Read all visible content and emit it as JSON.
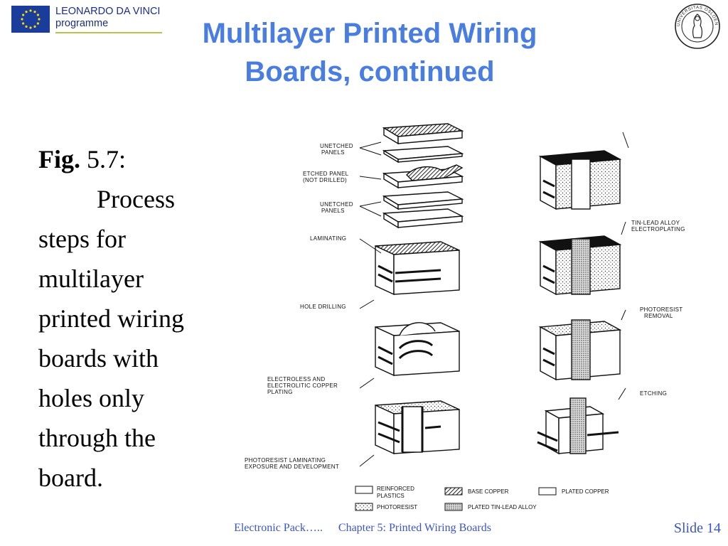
{
  "header": {
    "logo_line1": "LEONARDO DA VINCI",
    "logo_line2": "programme",
    "title_line1": "Multilayer Printed Wiring",
    "title_line2": "Boards, continued",
    "seal_text": "UNIVERSITAS OSLOENSIS MDCCCXI"
  },
  "caption": {
    "fig_label": "Fig.",
    "fig_number": "5.7:",
    "lines": [
      "Process",
      "steps for",
      "multilayer",
      "printed wiring",
      "boards with",
      "holes only",
      "through the",
      "board."
    ]
  },
  "figure": {
    "left_labels": [
      "UNETCHED",
      "PANELS",
      "ETCHED PANEL",
      "(NOT DRILLED)",
      "UNETCHED",
      "PANELS",
      "LAMINATING",
      "HOLE DRILLING",
      "ELECTROLESS AND",
      "ELECTROLITIC COPPER",
      "PLATING",
      "PHOTORESIST LAMINATING",
      "EXPOSURE AND DEVELOPMENT"
    ],
    "right_labels": [
      "TIN-LEAD ALLOY",
      "ELECTROPLATING",
      "PHOTORESIST",
      "REMOVAL",
      "ETCHING"
    ],
    "legend": [
      {
        "label1": "REINFORCED",
        "label2": "PLASTICS"
      },
      {
        "label1": "BASE COPPER",
        "label2": ""
      },
      {
        "label1": "PLATED COPPER",
        "label2": ""
      },
      {
        "label1": "PHOTORESIST",
        "label2": ""
      },
      {
        "label1": "PLATED TIN-LEAD ALLOY",
        "label2": ""
      }
    ]
  },
  "footer": {
    "course": "Electronic Pack…..",
    "chapter": "Chapter 5: Printed Wiring Boards",
    "slide": "Slide 14"
  },
  "colors": {
    "title": "#4a7de0",
    "footer": "#3a55c8",
    "logo_blue": "#1a3d9c",
    "logo_text": "#1c2e88"
  }
}
